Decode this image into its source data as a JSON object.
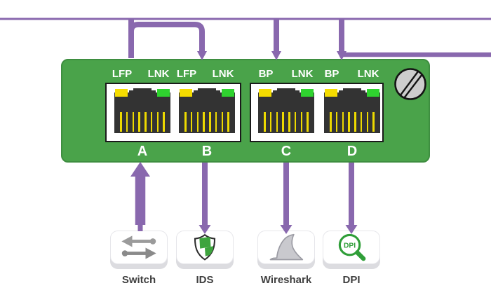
{
  "device": {
    "name": "bypass-tap-front-panel",
    "ports": [
      {
        "letter": "A",
        "left_label": "LFP",
        "right_label": "LNK"
      },
      {
        "letter": "B",
        "left_label": "LFP",
        "right_label": "LNK"
      },
      {
        "letter": "C",
        "left_label": "BP",
        "right_label": "LNK"
      },
      {
        "letter": "D",
        "left_label": "BP",
        "right_label": "LNK"
      }
    ]
  },
  "tools": [
    {
      "label": "Switch",
      "icon": "switch-arrows-icon"
    },
    {
      "label": "IDS",
      "icon": "shield-icon"
    },
    {
      "label": "Wireshark",
      "icon": "shark-fin-icon"
    },
    {
      "label": "DPI",
      "icon": "magnifier-dpi-icon",
      "badge": "DPI"
    }
  ],
  "connections": [
    {
      "from": "external-left-link",
      "to": "port-A"
    },
    {
      "from": "port-A",
      "to": "port-B",
      "shape": "arch-with-down-arrow"
    },
    {
      "from": "top-link",
      "to": "port-C",
      "shape": "down-arrow"
    },
    {
      "from": "top-link",
      "to": "port-D",
      "shape": "down-arrow"
    },
    {
      "from": "port-D",
      "to": "external-right-link"
    },
    {
      "from": "Switch",
      "to": "port-A",
      "shape": "up-arrow"
    },
    {
      "from": "port-B",
      "to": "IDS",
      "shape": "down-arrow"
    },
    {
      "from": "port-C",
      "to": "Wireshark",
      "shape": "down-arrow"
    },
    {
      "from": "port-D",
      "to": "DPI",
      "shape": "down-arrow"
    }
  ],
  "colors": {
    "purple": "#8968AE",
    "panel_green": "#4AA34A",
    "led_yellow": "#F5DC00",
    "led_green": "#2FD32F",
    "jack_dark": "#333333",
    "shield_green": "#3DA43D",
    "dpi_green": "#2F9E38",
    "fin_gray": "#C9C9CE",
    "label_gray": "#3F3F3F"
  }
}
